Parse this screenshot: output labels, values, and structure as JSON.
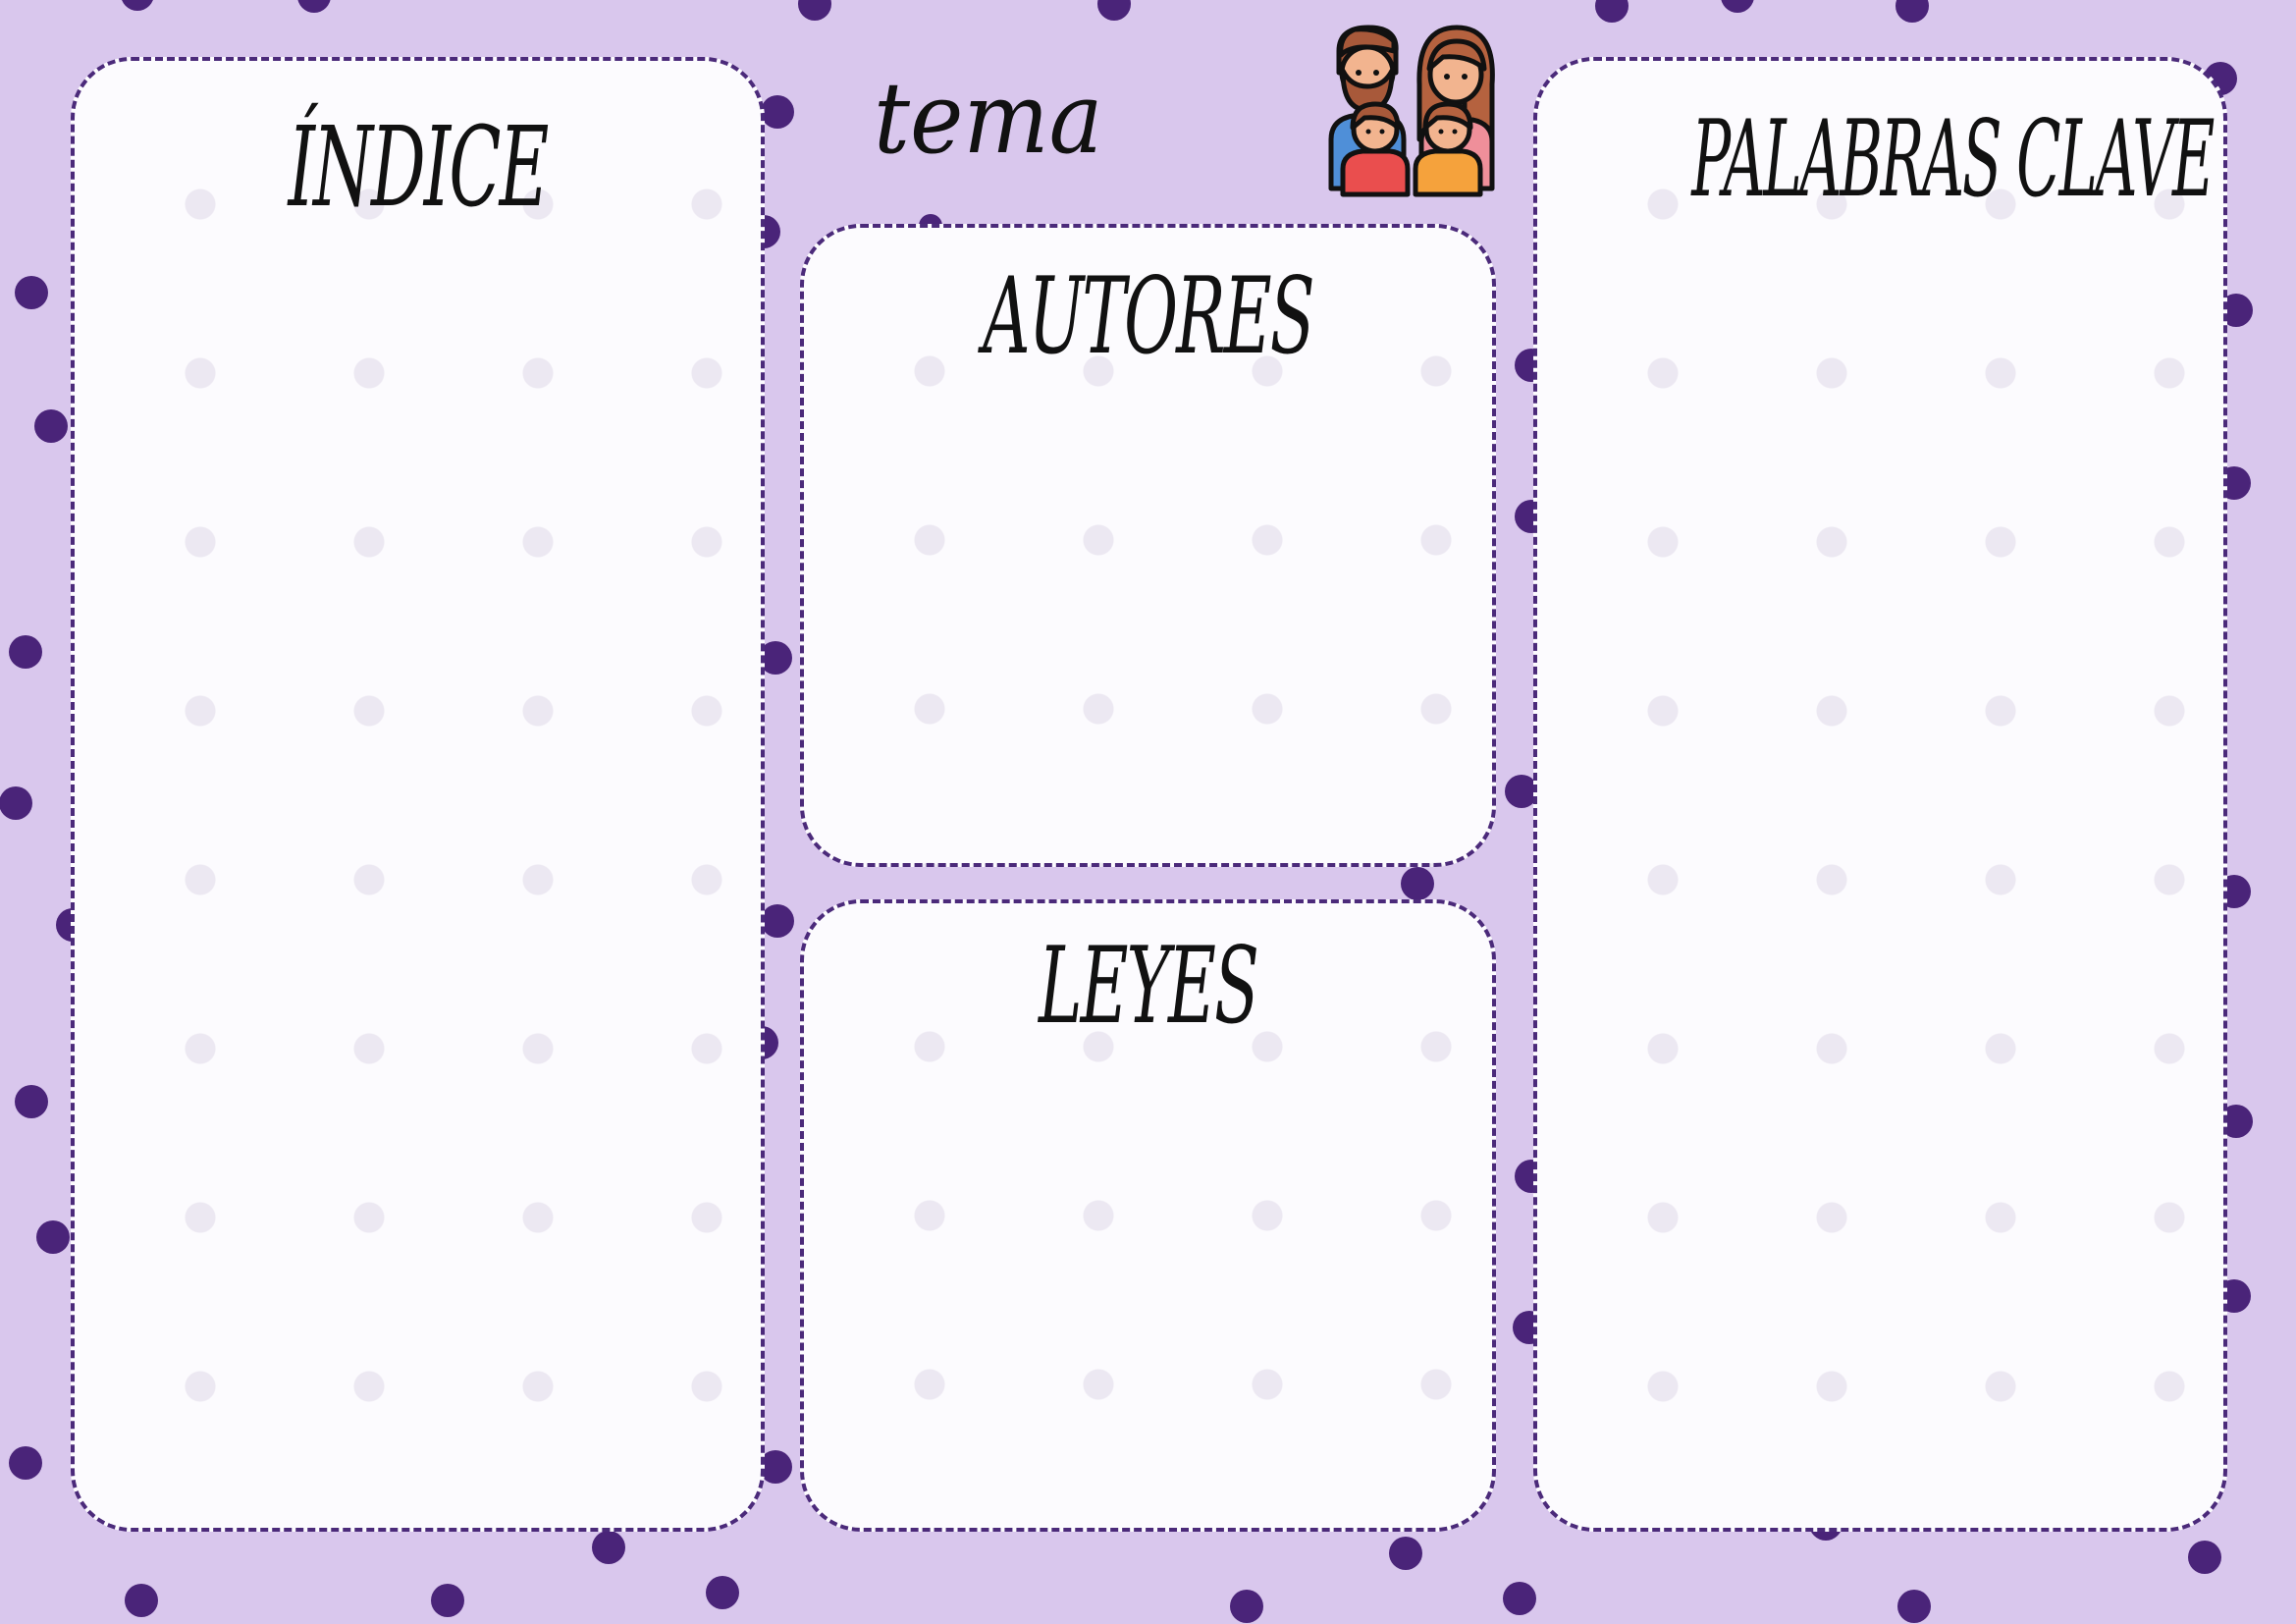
{
  "header": {
    "tema_label": "tema"
  },
  "panels": {
    "indice": {
      "title": "ÍNDICE"
    },
    "autores": {
      "title": "AUTORES"
    },
    "leyes": {
      "title": "LEYES"
    },
    "palabras_clave": {
      "title": "PALABRAS CLAVE"
    }
  },
  "decoration": {
    "icon": "family-icon",
    "background_color": "#d9c7ed",
    "dot_color": "#4b2a7a",
    "panel_color": "#fcfbfe"
  }
}
